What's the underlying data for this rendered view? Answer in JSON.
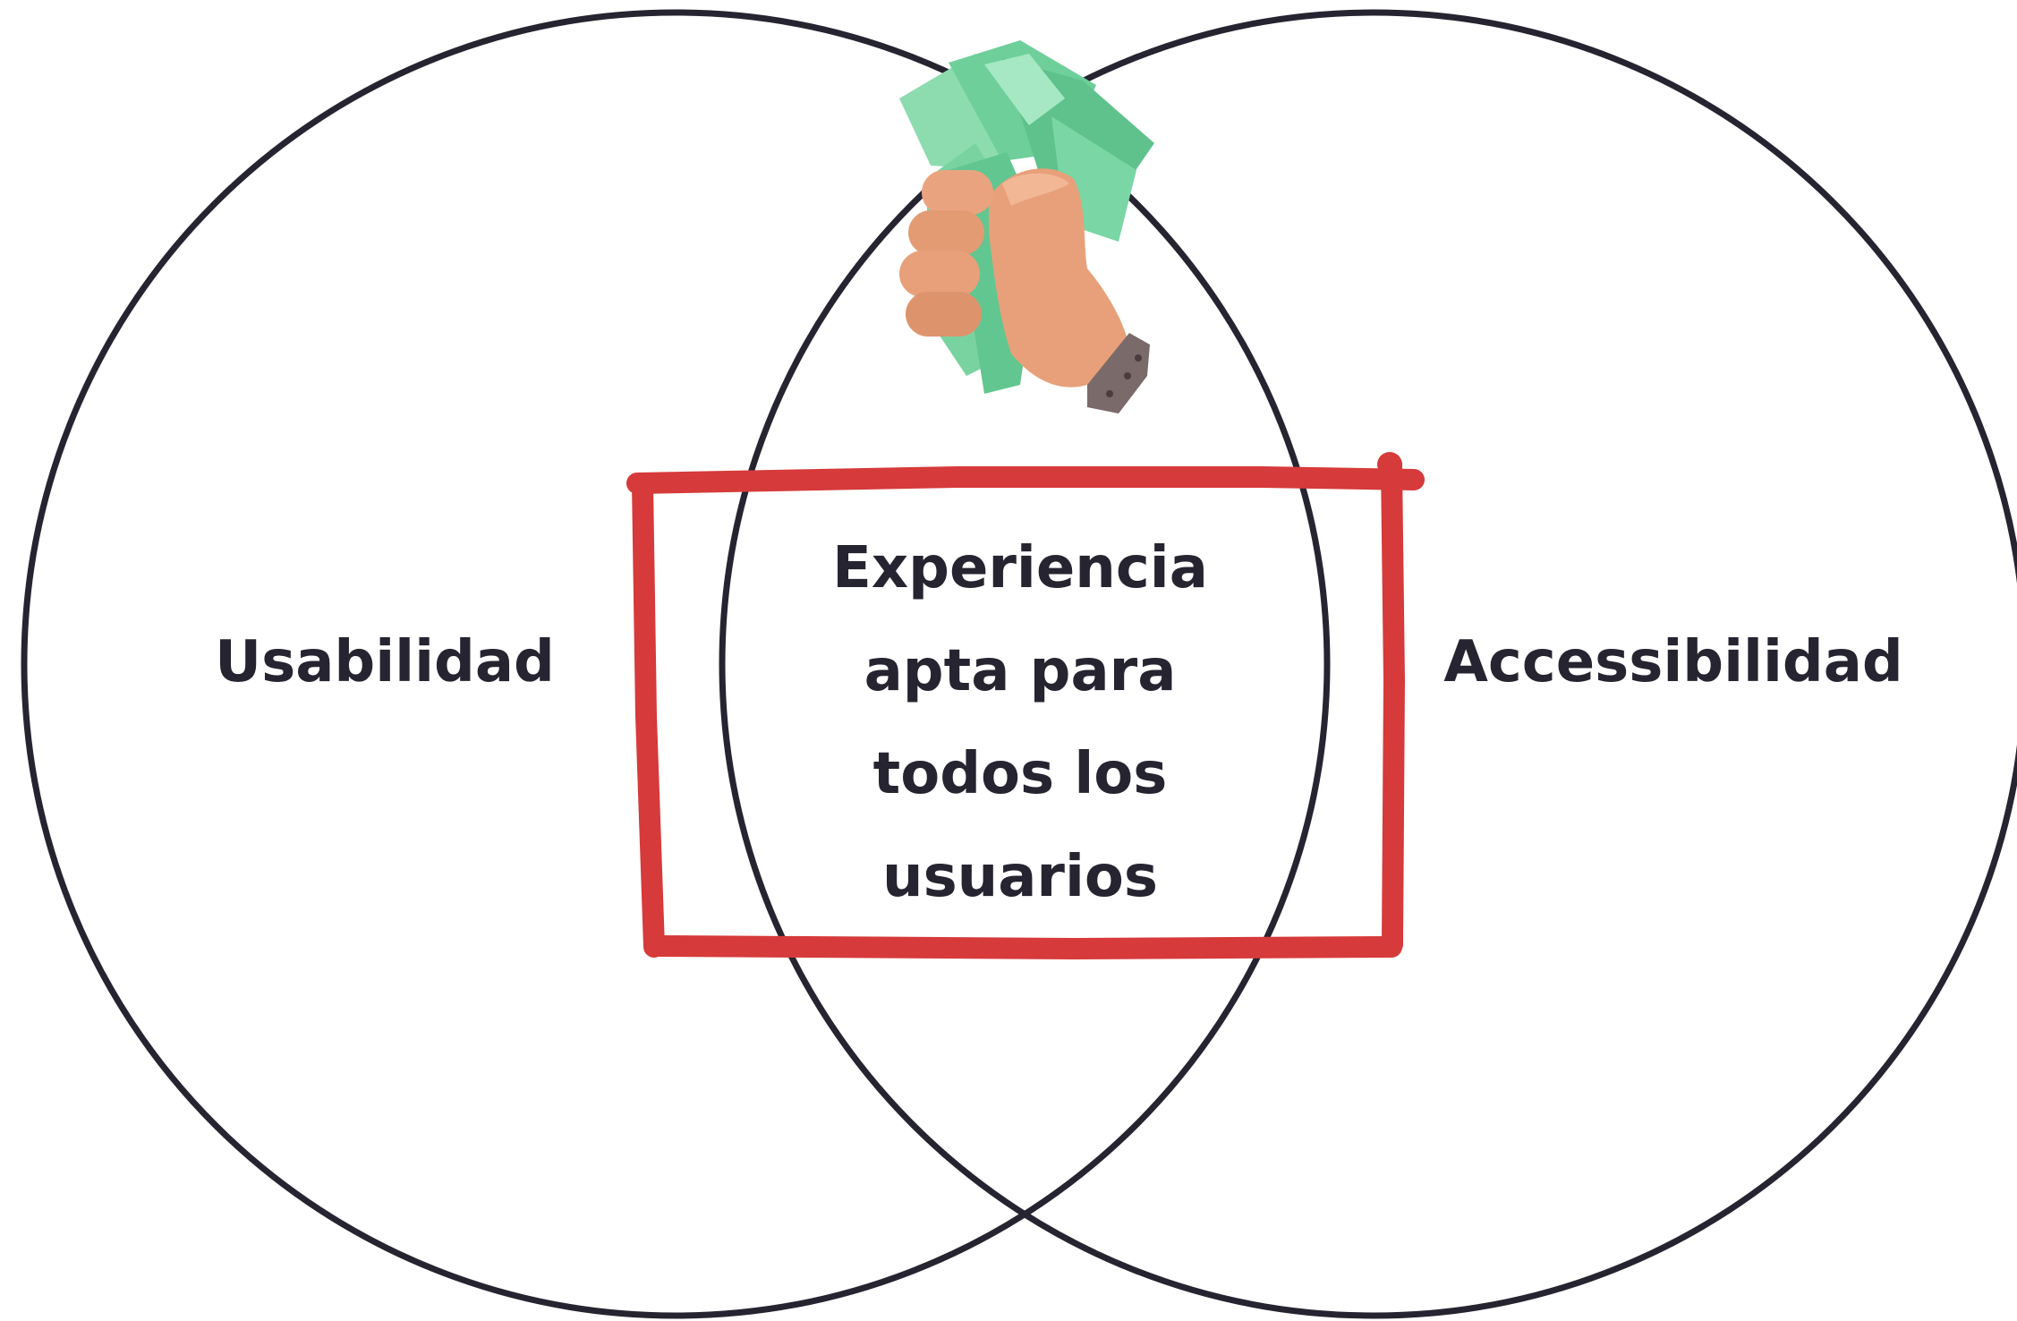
{
  "diagram": {
    "left_circle_label": "Usabilidad",
    "right_circle_label": "Accessibilidad",
    "intersection_lines": [
      "Experiencia",
      "apta para",
      "todos los",
      "usuarios"
    ]
  },
  "colors": {
    "circle_stroke": "#262430",
    "text": "#262430",
    "highlight_box": "#d63a3a",
    "bill_green": "#6fcf9a",
    "skin": "#e7a07a"
  },
  "icons": {
    "illustration": "hand-holding-money-icon"
  }
}
